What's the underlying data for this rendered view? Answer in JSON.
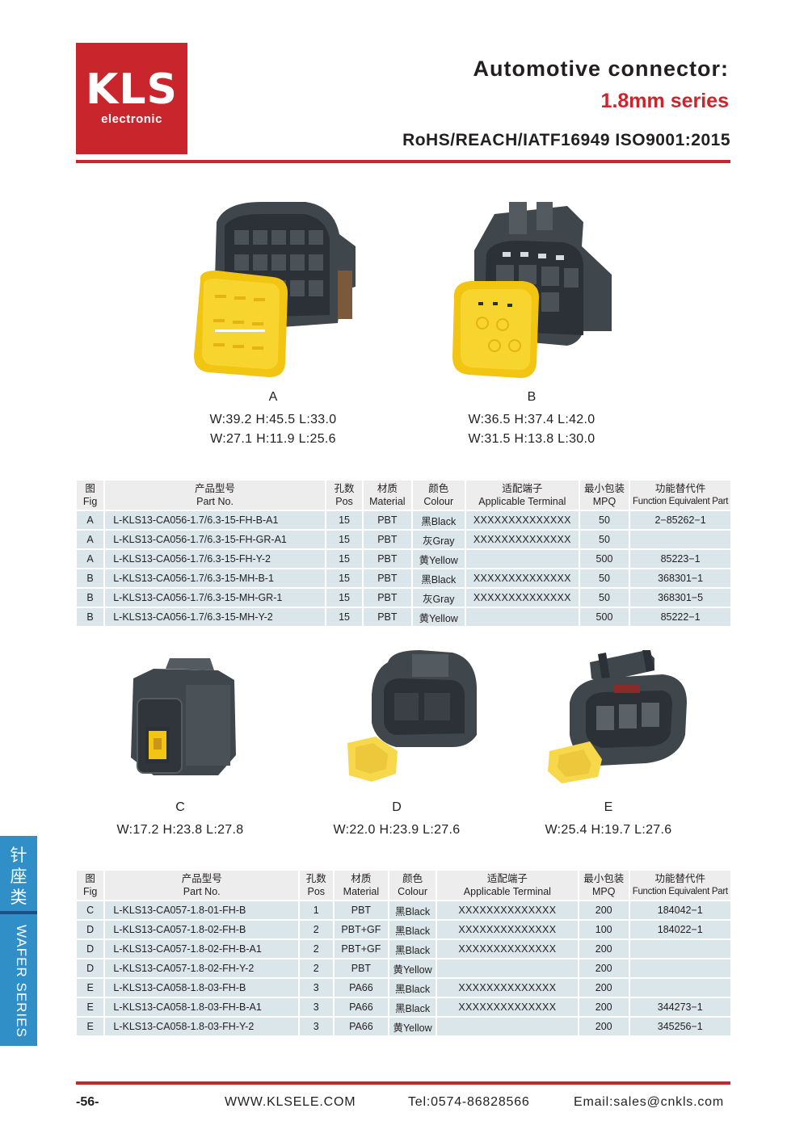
{
  "header": {
    "logo_main": "KLS",
    "logo_sub": "electronic",
    "title": "Automotive connector:",
    "series": "1.8mm series",
    "certifications": "RoHS/REACH/IATF16949 ISO9001:2015"
  },
  "colors": {
    "brand_red": "#c9252c",
    "connector_gray": "#3f464c",
    "seal_yellow": "#f2c512",
    "tab_blue": "#2f8fc6",
    "row_blue": "#dae6ea"
  },
  "products_top": [
    {
      "fig": "A",
      "dims": [
        "W:39.2  H:45.5  L:33.0",
        "W:27.1  H:11.9  L:25.6"
      ]
    },
    {
      "fig": "B",
      "dims": [
        "W:36.5  H:37.4  L:42.0",
        "W:31.5  H:13.8  L:30.0"
      ]
    }
  ],
  "products_bottom": [
    {
      "fig": "C",
      "dims": [
        "W:17.2  H:23.8  L:27.8"
      ]
    },
    {
      "fig": "D",
      "dims": [
        "W:22.0  H:23.9  L:27.6"
      ]
    },
    {
      "fig": "E",
      "dims": [
        "W:25.4  H:19.7  L:27.6"
      ]
    }
  ],
  "table_headers": {
    "fig_cn": "图",
    "fig_en": "Fig",
    "part_cn": "产品型号",
    "part_en": "Part No.",
    "pos_cn": "孔数",
    "pos_en": "Pos",
    "material_cn": "材质",
    "material_en": "Material",
    "colour_cn": "颜色",
    "colour_en": "Colour",
    "terminal_cn": "适配端子",
    "terminal_en": "Applicable Terminal",
    "mpq_cn": "最小包装",
    "mpq_en": "MPQ",
    "equiv_cn": "功能替代件",
    "equiv_en": "Function Equivalent Part"
  },
  "table1": [
    {
      "fig": "A",
      "part": "L-KLS13-CA056-1.7/6.3-15-FH-B-A1",
      "pos": "15",
      "material": "PBT",
      "colour": "黑Black",
      "terminal": "XXXXXXXXXXXXXX",
      "mpq": "50",
      "equiv": "2−85262−1"
    },
    {
      "fig": "A",
      "part": "L-KLS13-CA056-1.7/6.3-15-FH-GR-A1",
      "pos": "15",
      "material": "PBT",
      "colour": "灰Gray",
      "terminal": "XXXXXXXXXXXXXX",
      "mpq": "50",
      "equiv": ""
    },
    {
      "fig": "A",
      "part": "L-KLS13-CA056-1.7/6.3-15-FH-Y-2",
      "pos": "15",
      "material": "PBT",
      "colour": "黄Yellow",
      "terminal": "",
      "mpq": "500",
      "equiv": "85223−1"
    },
    {
      "fig": "B",
      "part": "L-KLS13-CA056-1.7/6.3-15-MH-B-1",
      "pos": "15",
      "material": "PBT",
      "colour": "黑Black",
      "terminal": "XXXXXXXXXXXXXX",
      "mpq": "50",
      "equiv": "368301−1"
    },
    {
      "fig": "B",
      "part": "L-KLS13-CA056-1.7/6.3-15-MH-GR-1",
      "pos": "15",
      "material": "PBT",
      "colour": "灰Gray",
      "terminal": "XXXXXXXXXXXXXX",
      "mpq": "50",
      "equiv": "368301−5"
    },
    {
      "fig": "B",
      "part": "L-KLS13-CA056-1.7/6.3-15-MH-Y-2",
      "pos": "15",
      "material": "PBT",
      "colour": "黄Yellow",
      "terminal": "",
      "mpq": "500",
      "equiv": "85222−1"
    }
  ],
  "table2": [
    {
      "fig": "C",
      "part": "L-KLS13-CA057-1.8-01-FH-B",
      "pos": "1",
      "material": "PBT",
      "colour": "黑Black",
      "terminal": "XXXXXXXXXXXXXX",
      "mpq": "200",
      "equiv": "184042−1"
    },
    {
      "fig": "D",
      "part": "L-KLS13-CA057-1.8-02-FH-B",
      "pos": "2",
      "material": "PBT+GF",
      "colour": "黑Black",
      "terminal": "XXXXXXXXXXXXXX",
      "mpq": "100",
      "equiv": "184022−1"
    },
    {
      "fig": "D",
      "part": "L-KLS13-CA057-1.8-02-FH-B-A1",
      "pos": "2",
      "material": "PBT+GF",
      "colour": "黑Black",
      "terminal": "XXXXXXXXXXXXXX",
      "mpq": "200",
      "equiv": ""
    },
    {
      "fig": "D",
      "part": "L-KLS13-CA057-1.8-02-FH-Y-2",
      "pos": "2",
      "material": "PBT",
      "colour": "黄Yellow",
      "terminal": "",
      "mpq": "200",
      "equiv": ""
    },
    {
      "fig": "E",
      "part": "L-KLS13-CA058-1.8-03-FH-B",
      "pos": "3",
      "material": "PA66",
      "colour": "黑Black",
      "terminal": "XXXXXXXXXXXXXX",
      "mpq": "200",
      "equiv": ""
    },
    {
      "fig": "E",
      "part": "L-KLS13-CA058-1.8-03-FH-B-A1",
      "pos": "3",
      "material": "PA66",
      "colour": "黑Black",
      "terminal": "XXXXXXXXXXXXXX",
      "mpq": "200",
      "equiv": "344273−1"
    },
    {
      "fig": "E",
      "part": "L-KLS13-CA058-1.8-03-FH-Y-2",
      "pos": "3",
      "material": "PA66",
      "colour": "黄Yellow",
      "terminal": "",
      "mpq": "200",
      "equiv": "345256−1"
    }
  ],
  "side_tab": {
    "cn": [
      "针",
      "座",
      "类"
    ],
    "en": "WAFER SERIES"
  },
  "footer": {
    "page": "-56-",
    "website": "WWW.KLSELE.COM",
    "tel": "Tel:0574-86828566",
    "email": "Email:sales@cnkls.com"
  }
}
